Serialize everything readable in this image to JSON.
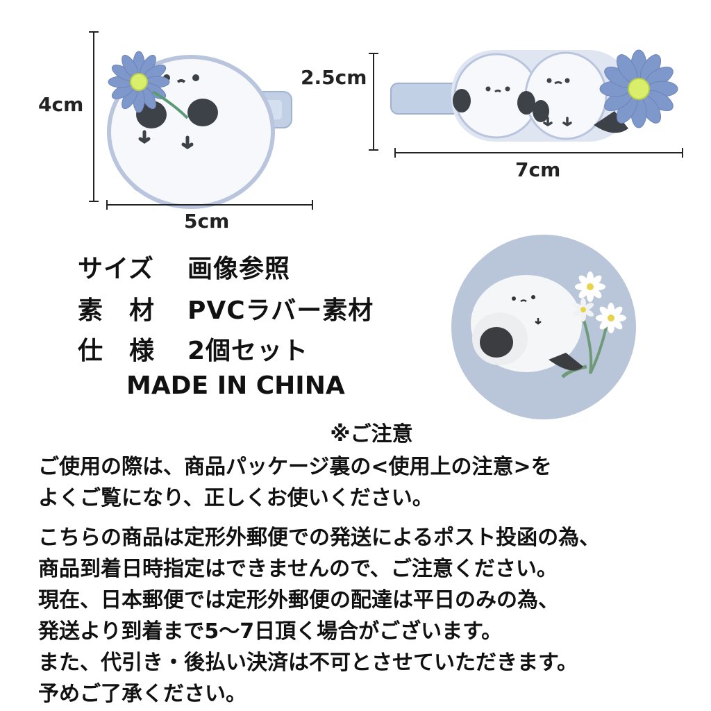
{
  "dimensions": {
    "single_height": "4cm",
    "single_width": "5cm",
    "double_height": "2.5cm",
    "double_width": "7cm"
  },
  "specs": [
    {
      "key": "サイズ",
      "value": "画像参照"
    },
    {
      "key": "素　材",
      "value": "PVCラバー素材"
    },
    {
      "key": "仕　様",
      "value": "2個セット"
    }
  ],
  "made_in": "MADE IN CHINA",
  "notice": {
    "title": "※ご注意",
    "para1": [
      "ご使用の際は、商品パッケージ裏の<使用上の注意>を",
      "よくご覧になり、正しくお使いください。"
    ],
    "para2": [
      "こちらの商品は定形外郵便での発送によるポスト投函の為、",
      "商品到着日時指定はできませんので、ご注意ください。",
      "現在、日本郵便では定形外郵便の配達は平日のみの為、",
      "発送より到着まで5〜7日頂く場合がございます。",
      "また、代引き・後払い決済は不可とさせていただきます。",
      "予めご了承ください。"
    ]
  },
  "colors": {
    "text": "#111111",
    "clip_blue": "#aebfda",
    "flower_blue": "#7f98cc",
    "flower_center": "#d9ee6a",
    "bird_white": "#f6f8fb",
    "bird_dark": "#3d4148",
    "circle_bg": "#b9c6d9"
  }
}
